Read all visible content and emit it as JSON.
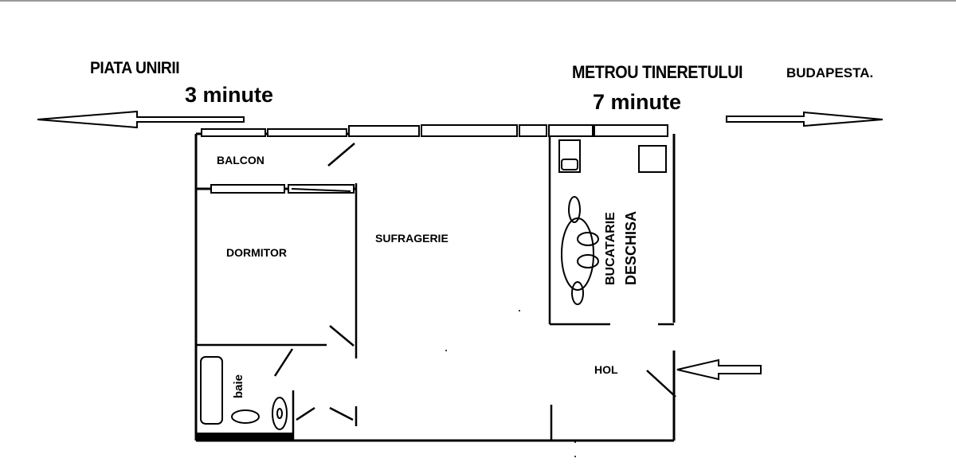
{
  "directions": {
    "left_place": "PIATA UNIRII",
    "left_time": "3 minute",
    "mid_place": "METROU TINERETULUI",
    "mid_time": "7 minute",
    "right_place": "BUDAPESTA."
  },
  "rooms": {
    "balcon": "BALCON",
    "dormitor": "DORMITOR",
    "sufragerie": "SUFRAGERIE",
    "bucatarie": "BUCATARIE",
    "deschisa": "DESCHISA",
    "hol": "HOL",
    "baie": "baie"
  },
  "colors": {
    "line": "#000000",
    "background": "#ffffff"
  }
}
